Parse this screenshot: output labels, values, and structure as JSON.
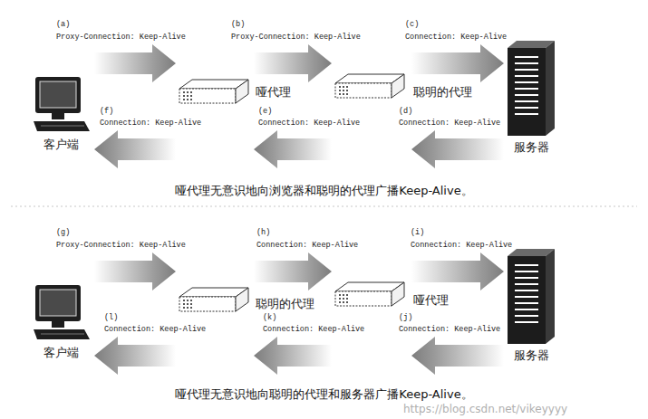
{
  "diagram": {
    "nodes": [
      {
        "text": [
          "客户端"
        ]
      },
      {
        "text": [
          "哑代理"
        ]
      },
      {
        "text": [
          "聪明的代理"
        ]
      },
      {
        "text": [
          "服务器"
        ]
      },
      {
        "text": [
          "客户端"
        ]
      },
      {
        "text": [
          "聪明的代理"
        ]
      },
      {
        "text": [
          "哑代理"
        ]
      },
      {
        "text": [
          "服务器"
        ]
      }
    ],
    "edges": [
      {
        "from": 0,
        "to": 1,
        "arrow": "to",
        "label": "Proxy-Connection: Keep-Alive"
      },
      {
        "from": 1,
        "to": 2,
        "arrow": "to",
        "label": "Proxy-Connection: Keep-Alive"
      },
      {
        "from": 2,
        "to": 3,
        "arrow": "to",
        "label": "Connection: Keep-Alive"
      },
      {
        "from": 3,
        "to": 2,
        "arrow": "to",
        "label": "Connection: Keep-Alive"
      },
      {
        "from": 2,
        "to": 1,
        "arrow": "to",
        "label": "Connection: Keep-Alive"
      },
      {
        "from": 1,
        "to": 0,
        "arrow": "to",
        "label": "Connection: Keep-Alive"
      },
      {
        "from": 4,
        "to": 5,
        "arrow": "to",
        "label": "Proxy-Connection: Keep-Alive"
      },
      {
        "from": 5,
        "to": 6,
        "arrow": "to",
        "label": "Connection: Keep-Alive"
      },
      {
        "from": 6,
        "to": 7,
        "arrow": "to",
        "label": "Connection: Keep-Alive"
      },
      {
        "from": 7,
        "to": 6,
        "arrow": "to",
        "label": "Connection: Keep-Alive"
      },
      {
        "from": 6,
        "to": 5,
        "arrow": "to",
        "label": "Connection: Keep-Alive"
      },
      {
        "from": 5,
        "to": 4,
        "arrow": "to",
        "label": "Connection: Keep-Alive"
      }
    ],
    "labels": [
      "(a)",
      "(b)",
      "(c)",
      "(d)",
      "(e)",
      "(f)",
      "哑代理无意识地向浏览器和聪明的代理广播Keep-Alive。",
      "(g)",
      "(h)",
      "(i)",
      "(j)",
      "(k)",
      "(l)",
      "哑代理无意识地向聪明的代理和服务器广播Keep-Alive。",
      "https://blog.csdn.net/vikeyyyy"
    ]
  }
}
